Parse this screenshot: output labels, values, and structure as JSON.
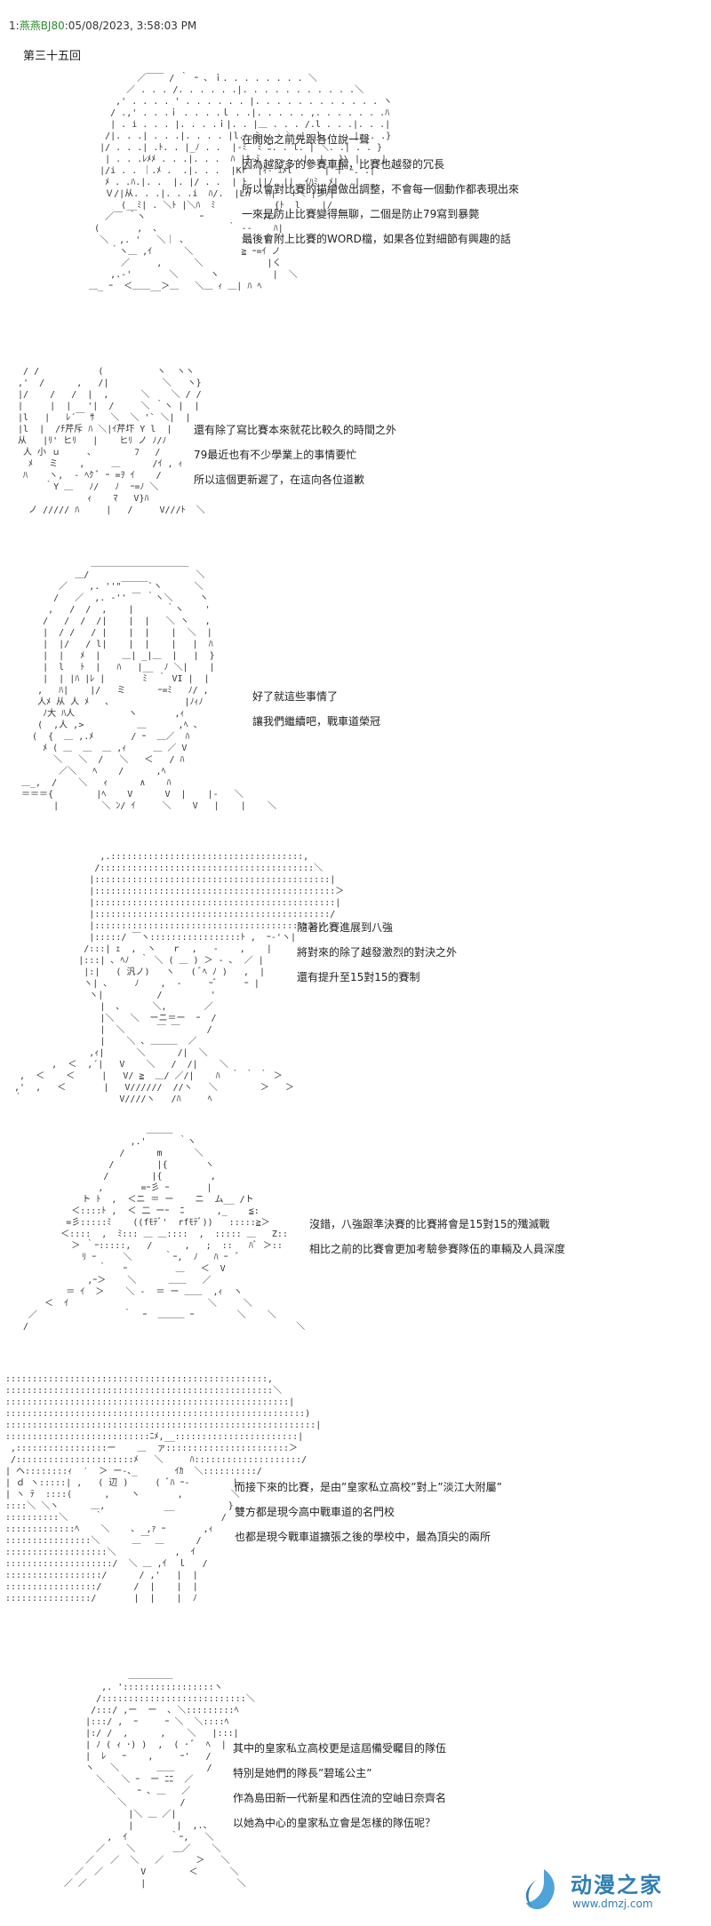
{
  "post_header": {
    "index": "1",
    "username": "燕燕BJ80",
    "timestamp": "05/08/2023, 3:58:03 PM"
  },
  "chapter_title": "第三十五回",
  "panels": [
    {
      "lines": [
        "在開始之前先跟各位說一聲",
        "因為越發多的參賽車輛，比賽也越發的冗長",
        "所以會對比賽的描繪做出調整，不會每一個動作都表現出來",
        "一來是防止比賽變得無聊，二個是防止79寫到暴斃",
        "最後會附上比賽的WORD檔，如果各位對細節有興趣的話"
      ]
    },
    {
      "lines": [
        "還有除了寫比賽本來就花比較久的時間之外",
        "79最近也有不少學業上的事情要忙",
        "所以這個更新遲了，在這向各位道歉"
      ]
    },
    {
      "lines": [
        "好了就這些事情了",
        "讓我們繼續吧，戰車道榮冠"
      ]
    },
    {
      "lines": [
        "隨著比賽進展到八強",
        "將對來的除了越發激烈的對決之外",
        "還有提升至15對15的賽制"
      ]
    },
    {
      "lines": [
        "沒錯，八強跟準決賽的比賽將會是15對15的殲滅戰",
        "相比之前的比賽會更加考驗參賽隊伍的車輛及人員深度"
      ]
    },
    {
      "lines": [
        "而接下來的比賽，是由”皇家私立高校”對上”淡江大附屬”",
        "雙方都是現今高中戰車道的名門校",
        "也都是現今戰車道擴張之後的學校中，最為頂尖的兩所"
      ]
    },
    {
      "lines": [
        "其中的皇家私立高校更是這屆備受矚目的隊伍",
        "特別是她們的隊長”碧瑤公主”",
        "作為島田新一代新星和西住流的空岫日奈齊名",
        "以她為中心的皇家私立會是怎樣的隊伍呢？"
      ]
    }
  ],
  "watermark": {
    "brand": "动漫之家",
    "url": "www.dmzj.com",
    "color": "#2f7fb4"
  }
}
